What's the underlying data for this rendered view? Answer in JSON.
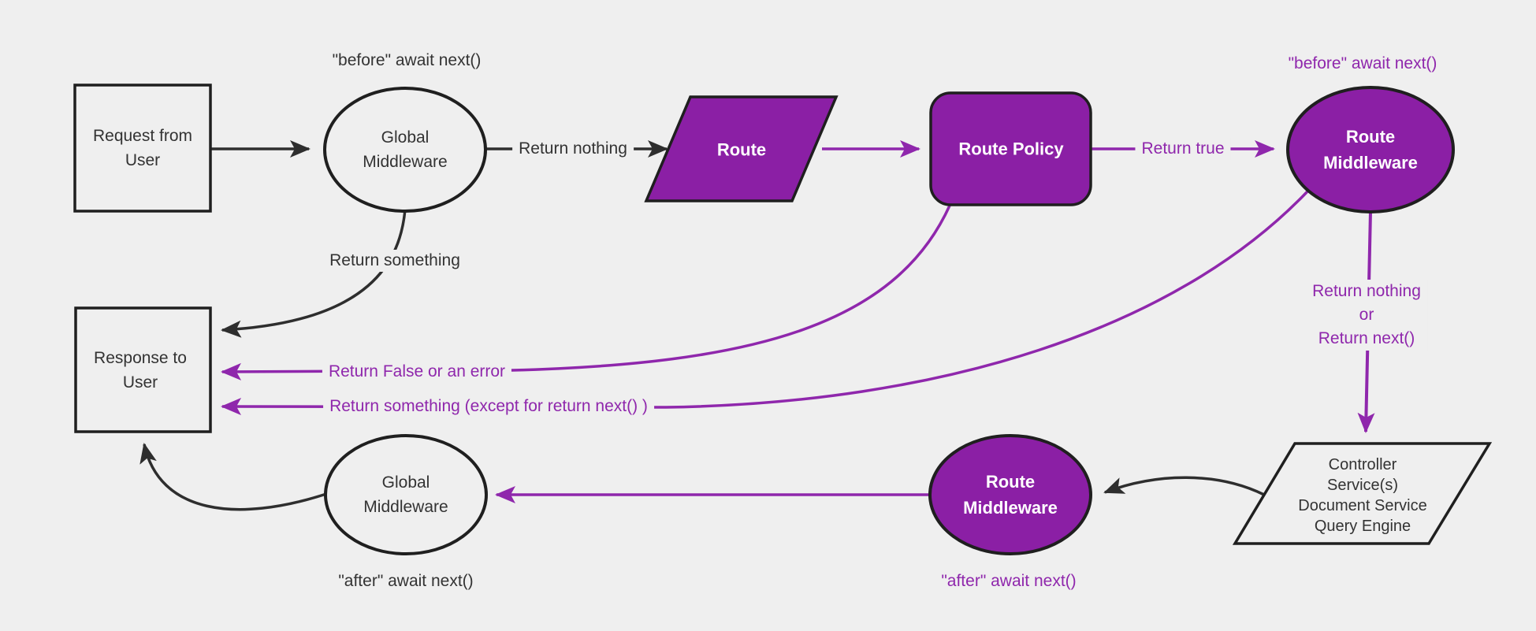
{
  "diagram": {
    "title": "request-middleware-lifecycle-flowchart",
    "colors": {
      "background": "#efefef",
      "node_purple_fill": "#8B1FA5",
      "purple_edge": "#8F27AC",
      "black_edge": "#2e2e2e",
      "node_border": "#1f1f1f",
      "dark_text": "#333333",
      "white_text": "#ffffff"
    },
    "nodes": {
      "request": {
        "lines": [
          "Request from",
          "User"
        ]
      },
      "global_middleware_top": {
        "lines": [
          "Global",
          "Middleware"
        ]
      },
      "route": {
        "label": "Route"
      },
      "route_policy": {
        "label": "Route Policy"
      },
      "route_middleware_top": {
        "lines": [
          "Route",
          "Middleware"
        ]
      },
      "controller": {
        "lines": [
          "Controller",
          "Service(s)",
          "Document Service",
          "Query Engine"
        ]
      },
      "route_middleware_bottom": {
        "lines": [
          "Route",
          "Middleware"
        ]
      },
      "global_middleware_bottom": {
        "lines": [
          "Global",
          "Middleware"
        ]
      },
      "response": {
        "lines": [
          "Response to",
          "User"
        ]
      }
    },
    "edge_labels": {
      "before_await_black": "\"before\" await next()",
      "before_await_purple": "\"before\" await next()",
      "return_nothing": "Return nothing",
      "return_true": "Return true",
      "return_nothing_or": {
        "lines": [
          "Return nothing",
          "or",
          "Return next()"
        ]
      },
      "return_something": "Return something",
      "return_false_or_error": "Return False or an error",
      "return_something_except": "Return something (except for return next() )",
      "after_await_purple": "\"after\" await next()",
      "after_await_black": "\"after\" await next()"
    }
  }
}
